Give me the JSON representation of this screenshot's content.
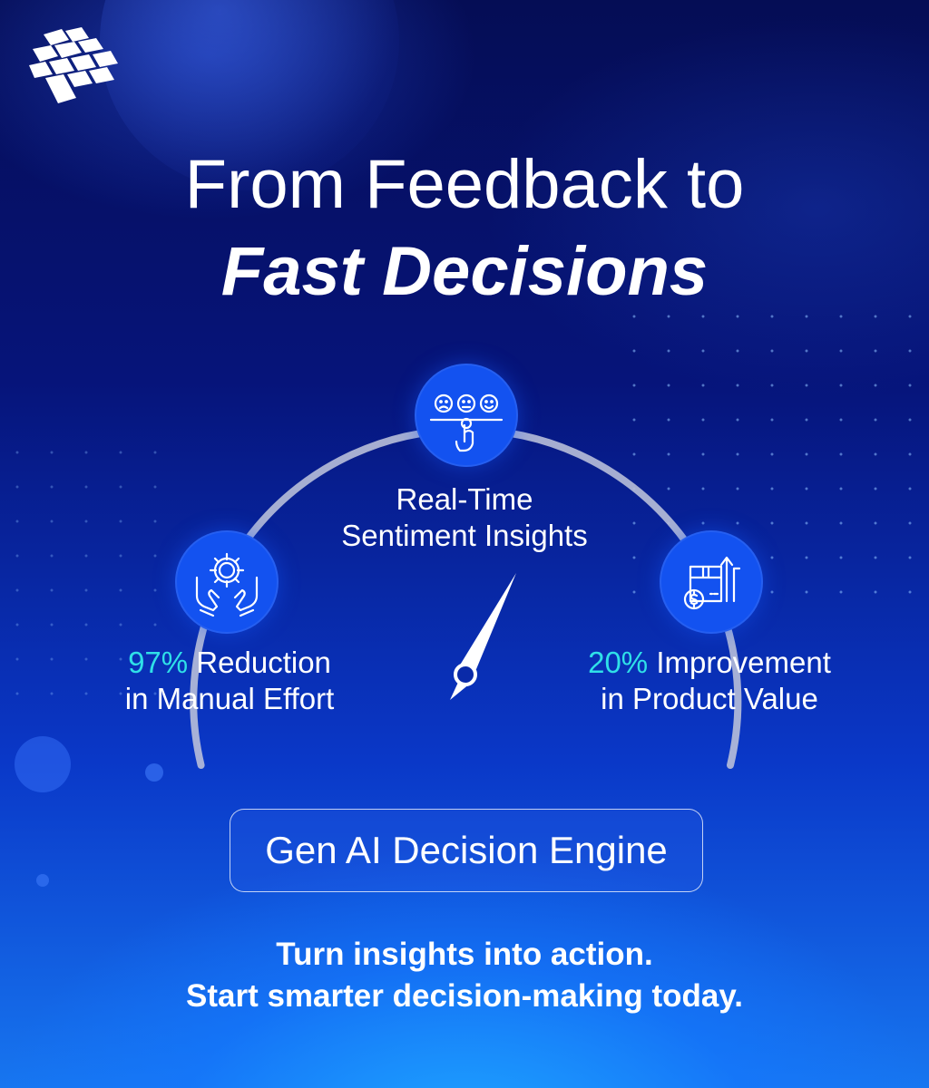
{
  "logo": {
    "icon": "company-logo-icon"
  },
  "headline": {
    "line1": "From Feedback to",
    "line2": "Fast Decisions"
  },
  "features": [
    {
      "icon": "sentiment-rating-icon",
      "line1": "Real-Time",
      "line2": "Sentiment Insights"
    },
    {
      "icon": "hands-gear-icon",
      "stat": "97%",
      "line1_rest": " Reduction",
      "line2": "in Manual Effort"
    },
    {
      "icon": "product-value-icon",
      "stat": "20%",
      "line1_rest": " Improvement",
      "line2": "in Product Value"
    }
  ],
  "cta": {
    "label": "Gen AI Decision Engine"
  },
  "tagline": {
    "line1": "Turn insights into action.",
    "line2": "Start smarter decision-making today."
  },
  "colors": {
    "accent": "#2fe0e8",
    "icon_circle": "#1352f0",
    "arc": "#b8bfd9"
  }
}
